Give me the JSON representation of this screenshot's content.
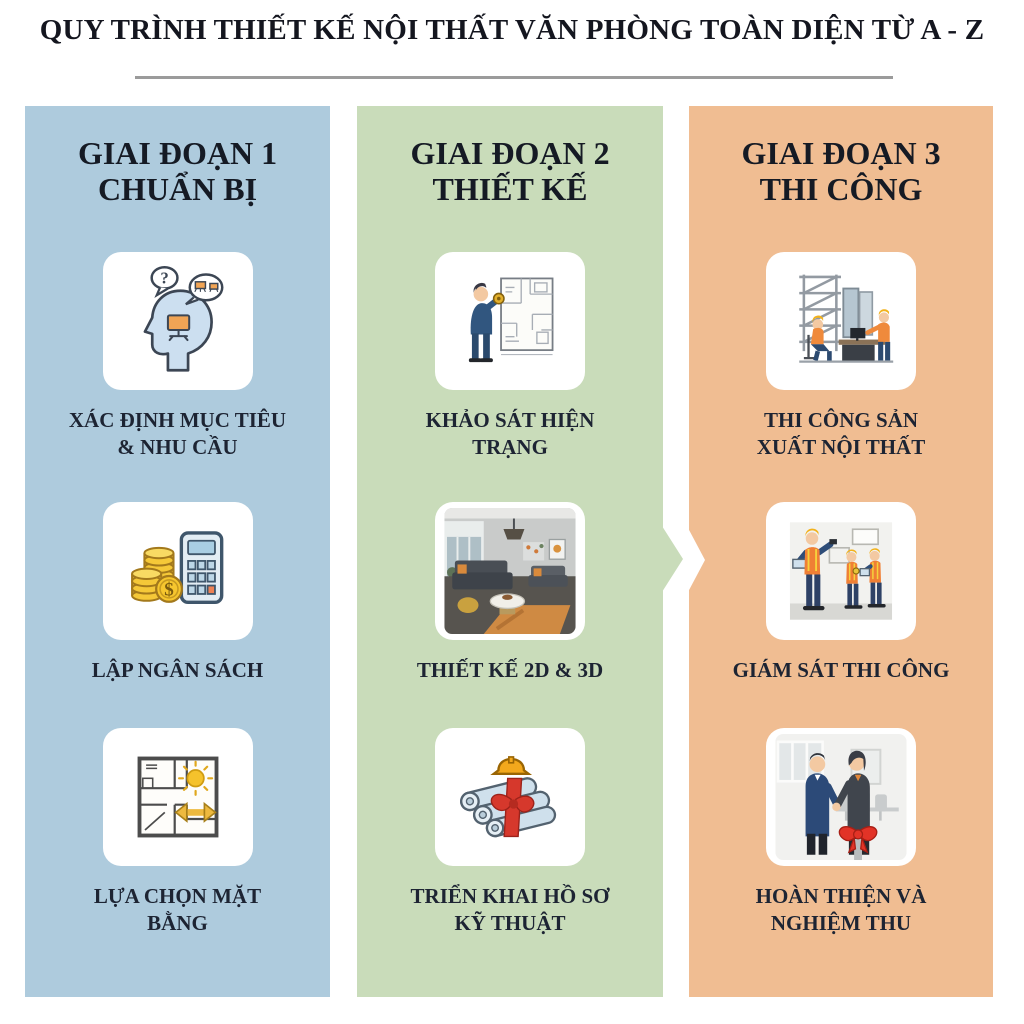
{
  "title": "QUY TRÌNH THIẾT KẾ NỘI THẤT VĂN PHÒNG TOÀN DIỆN TỪ A - Z",
  "phases": [
    {
      "name": "GIAI ĐOẠN 1\nCHUẨN BỊ",
      "steps": [
        {
          "label": "XÁC ĐỊNH MỤC TIÊU\n& NHU CẦU",
          "icon": "think-head-icon"
        },
        {
          "label": "LẬP NGÂN SÁCH",
          "icon": "coins-calculator-icon"
        },
        {
          "label": "LỰA CHỌN MẶT\nBẰNG",
          "icon": "floor-plan-icon"
        }
      ]
    },
    {
      "name": "GIAI ĐOẠN 2\nTHIẾT KẾ",
      "steps": [
        {
          "label": "KHẢO SÁT HIỆN\nTRẠNG",
          "icon": "site-survey-icon"
        },
        {
          "label": "THIẾT KẾ 2D & 3D",
          "icon": "interior-render-icon"
        },
        {
          "label": "TRIỂN KHAI HỒ SƠ\nKỸ THUẬT",
          "icon": "blueprint-rolls-icon"
        }
      ]
    },
    {
      "name": "GIAI ĐOẠN 3\nTHI CÔNG",
      "steps": [
        {
          "label": "THI CÔNG SẢN\nXUẤT NỘI THẤT",
          "icon": "furniture-production-icon"
        },
        {
          "label": "GIÁM SÁT THI CÔNG",
          "icon": "site-supervision-icon"
        },
        {
          "label": "HOÀN THIỆN VÀ\nNGHIỆM THU",
          "icon": "handover-handshake-icon"
        }
      ]
    }
  ],
  "flow": {
    "arrow_between": "THIẾT KẾ → THI CÔNG"
  },
  "colors": {
    "phase1_bg": "#aecbdd",
    "phase2_bg": "#c9dcba",
    "phase3_bg": "#f0bd92",
    "card_bg": "#ffffff",
    "title_text": "#14161f",
    "heading_text": "#151a24",
    "label_text": "#1d2433",
    "divider": "#9b9b9b",
    "accent_orange": "#ef8a3c",
    "accent_yellow": "#f5c838",
    "accent_red": "#d6382c"
  }
}
